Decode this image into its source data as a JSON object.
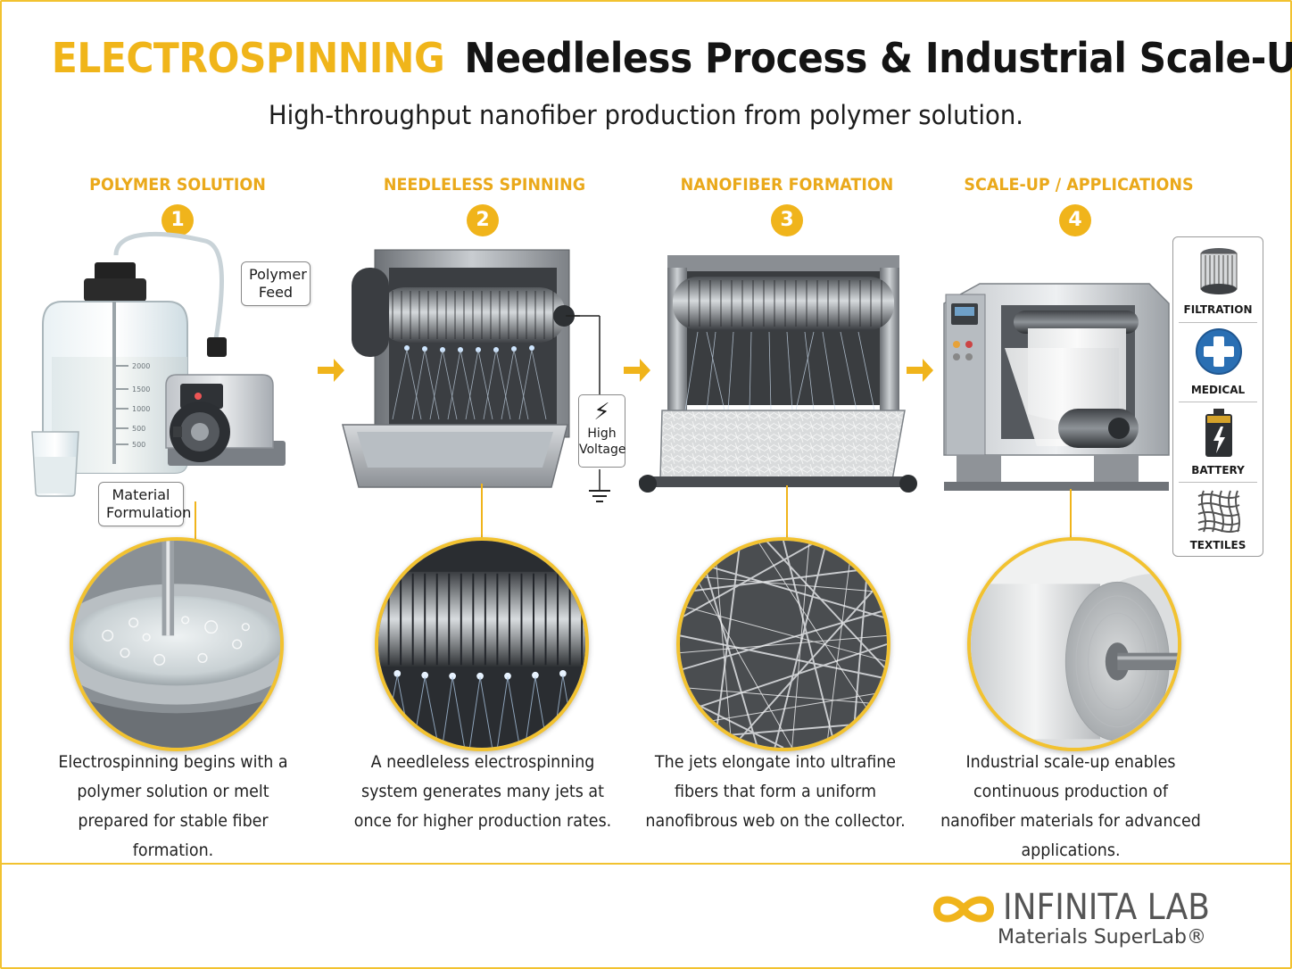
{
  "header": {
    "title_accent": "ELECTROSPINNING",
    "title_main": "Needleless Process & Industrial Scale-Up",
    "subtitle": "High-throughput nanofiber production from polymer solution."
  },
  "steps": [
    {
      "number": "1",
      "title": "POLYMER SOLUTION",
      "description": "Electrospinning begins with a polymer solution or melt prepared for stable fiber formation."
    },
    {
      "number": "2",
      "title": "NEEDLELESS SPINNING",
      "description": "A needleless electrospinning system generates many jets at once for higher production rates."
    },
    {
      "number": "3",
      "title": "NANOFIBER FORMATION",
      "description": "The jets elongate into ultrafine fibers that form a uniform nanofibrous web on the collector."
    },
    {
      "number": "4",
      "title": "SCALE-UP / APPLICATIONS",
      "description": "Industrial scale-up enables continuous production of nanofiber materials for advanced applications."
    }
  ],
  "callouts": {
    "polymer_feed_line1": "Polymer",
    "polymer_feed_line2": "Feed",
    "material_formulation_line1": "Material",
    "material_formulation_line2": "Formulation",
    "high_voltage_line1": "High",
    "high_voltage_line2": "Voltage"
  },
  "beaker_scale": [
    "2000",
    "1500",
    "1000",
    "500",
    "500"
  ],
  "applications": [
    {
      "label": "FILTRATION",
      "icon": "filter-cartridge-icon"
    },
    {
      "label": "MEDICAL",
      "icon": "medical-cross-icon"
    },
    {
      "label": "BATTERY",
      "icon": "battery-icon"
    },
    {
      "label": "TEXTILES",
      "icon": "textile-mesh-icon"
    }
  ],
  "brand": {
    "name": "INFINITA LAB",
    "tagline": "Materials SuperLab®",
    "accent_color": "#f0b41b"
  },
  "colors": {
    "accent": "#f0b41b",
    "frame": "#f2c230",
    "steel": "#8f9398"
  }
}
